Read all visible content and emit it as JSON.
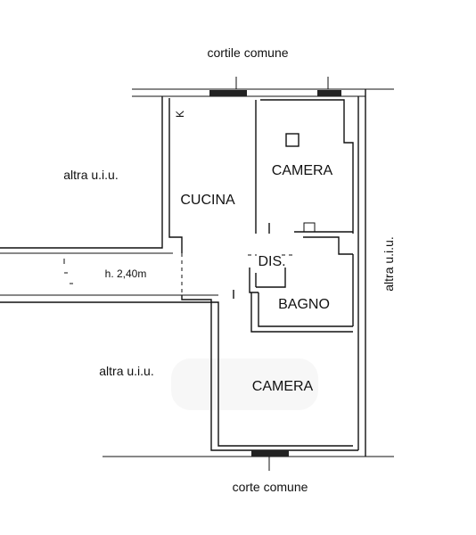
{
  "plan": {
    "labels": {
      "top_outside": "cortile comune",
      "bottom_outside": "corte comune",
      "left_upper_unit": "altra u.i.u.",
      "left_lower_unit": "altra u.i.u.",
      "right_unit": "altra u.i.u.",
      "kitchen": "CUCINA",
      "bedroom_top": "CAMERA",
      "bedroom_bottom": "CAMERA",
      "bathroom": "BAGNO",
      "hallway": "DIS.",
      "ceiling_height": "h. 2,40m",
      "kitchenette_mark": "K"
    }
  },
  "colors": {
    "ink": "#111111",
    "background": "#ffffff"
  }
}
